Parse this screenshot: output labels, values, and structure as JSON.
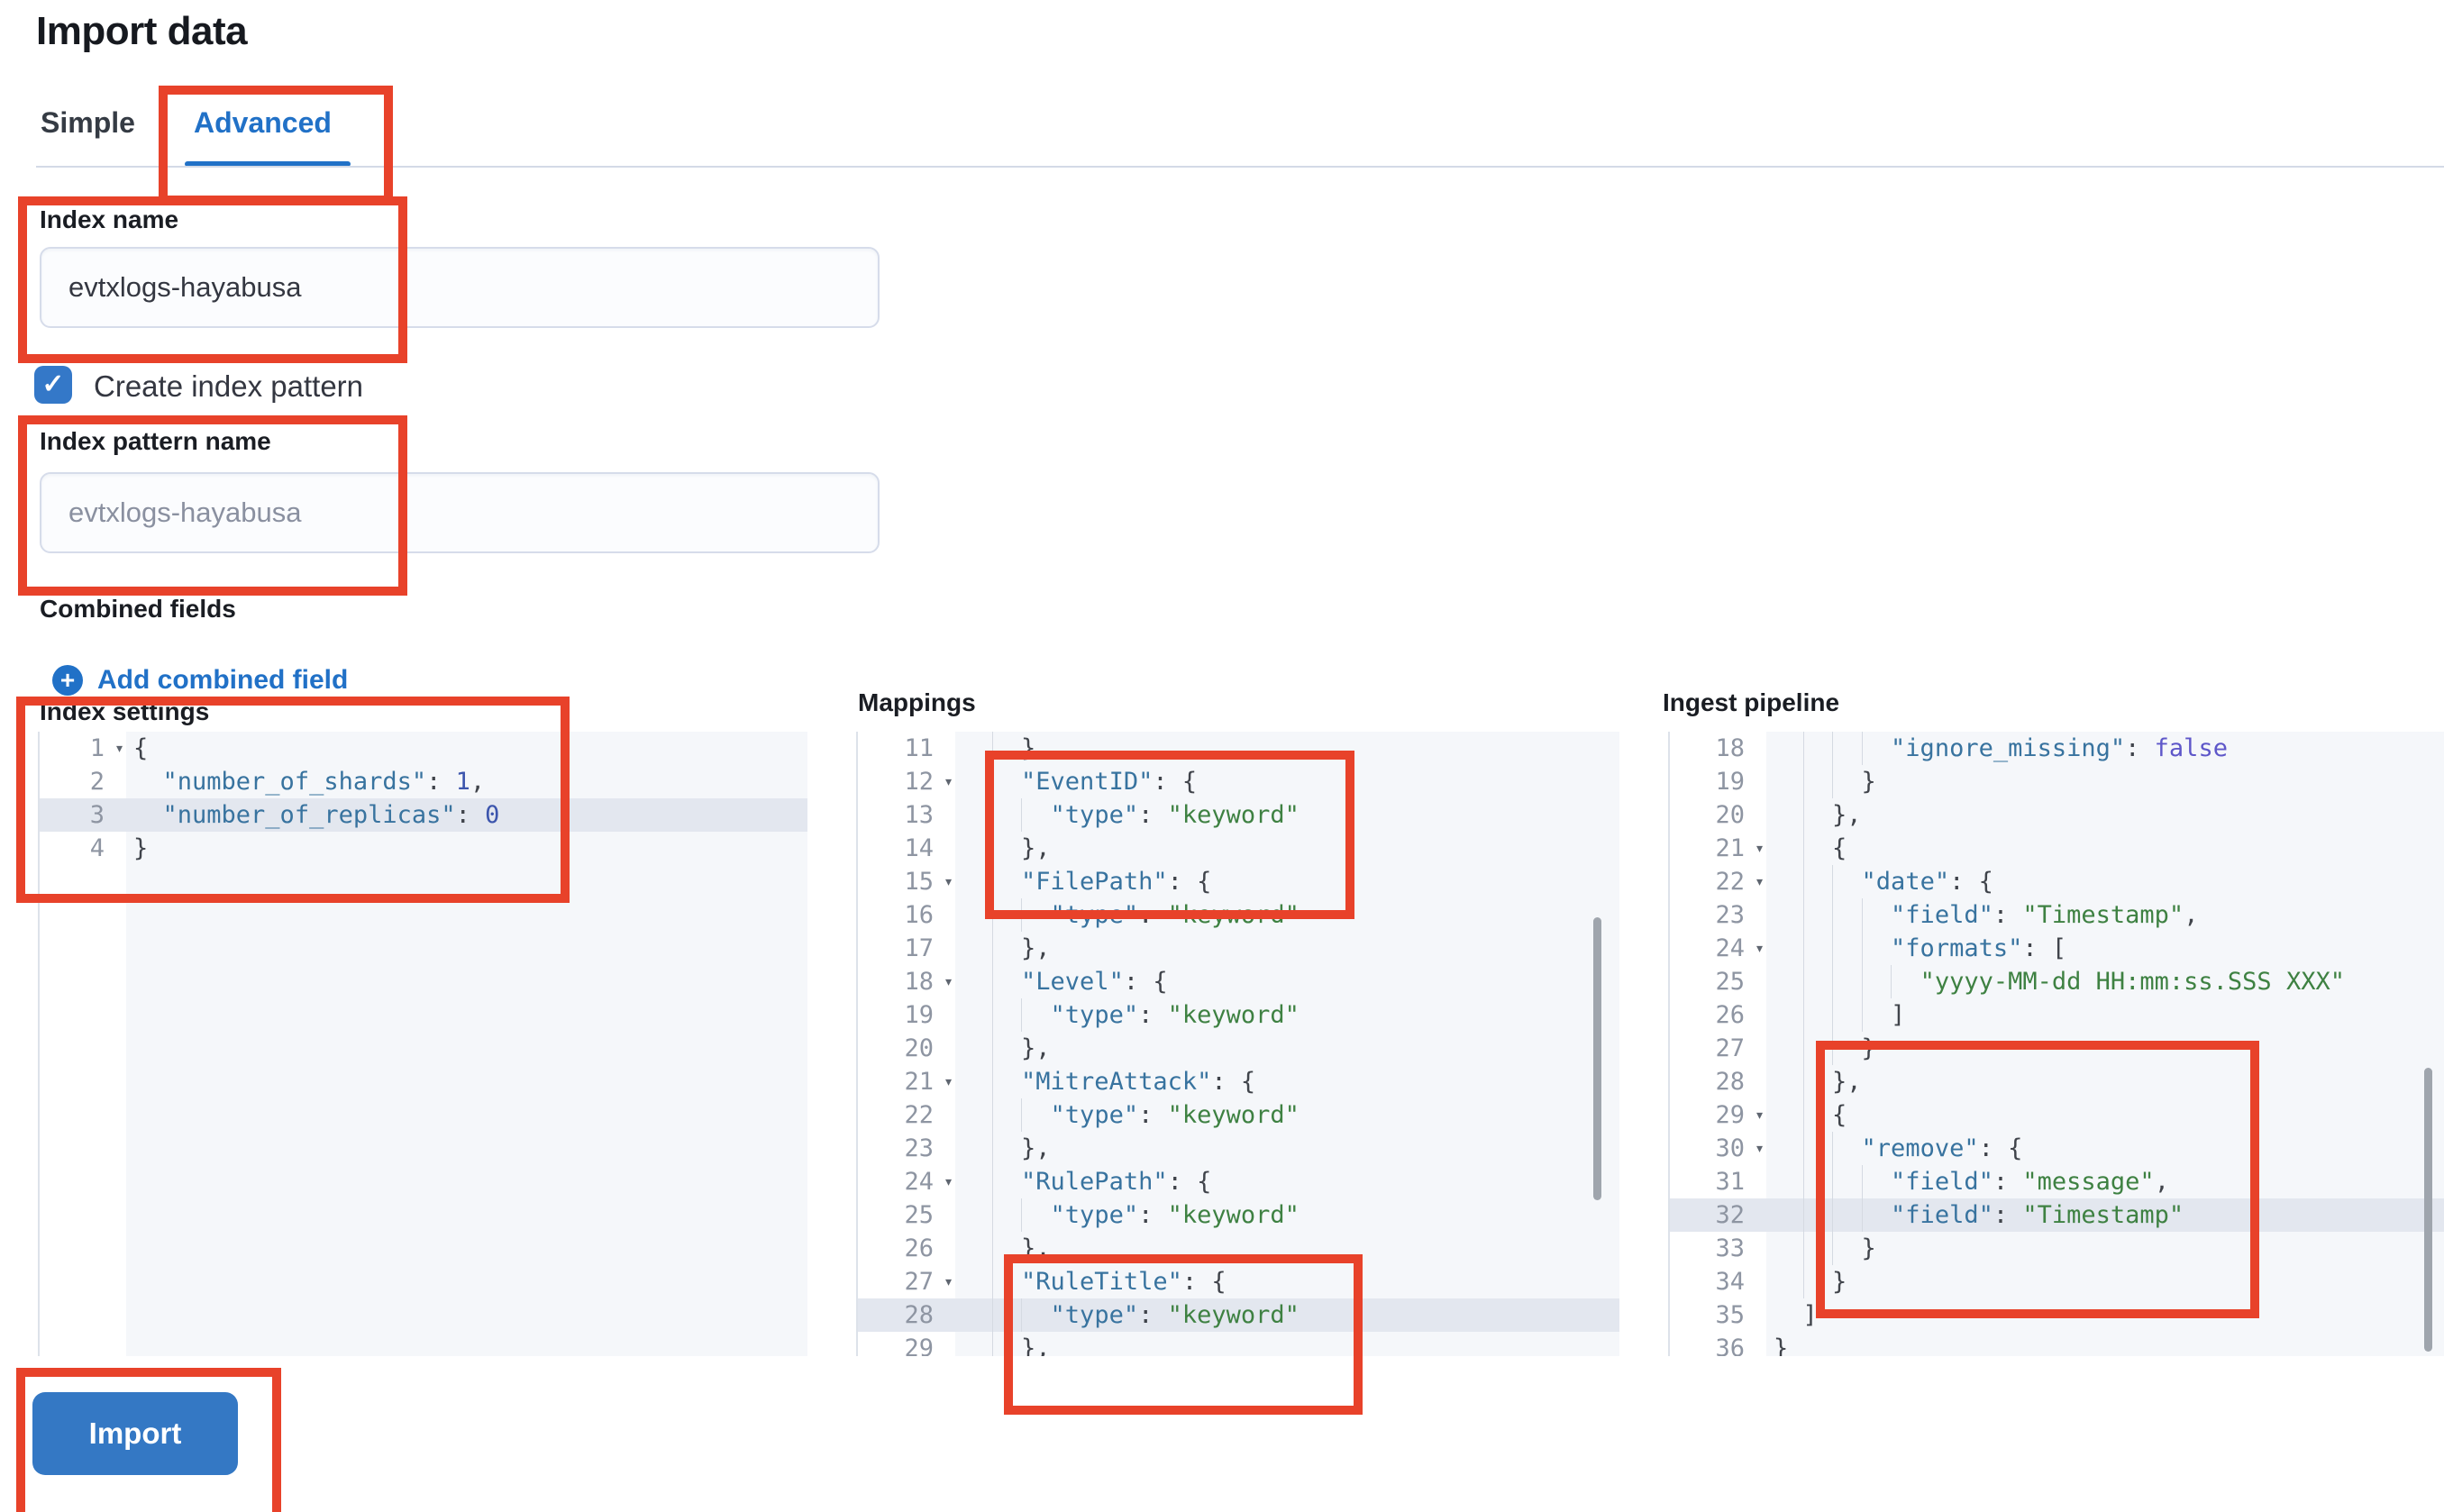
{
  "page": {
    "title": "Import data"
  },
  "tabs": {
    "simple": "Simple",
    "advanced": "Advanced",
    "active_tab": "Advanced"
  },
  "form": {
    "index_name_label": "Index name",
    "index_name_value": "evtxlogs-hayabusa",
    "create_index_pattern_label": "Create index pattern",
    "create_index_pattern_checked": true,
    "index_pattern_label": "Index pattern name",
    "index_pattern_placeholder": "evtxlogs-hayabusa",
    "combined_fields_label": "Combined fields",
    "add_combined_field_label": "Add combined field",
    "import_button_label": "Import"
  },
  "colors": {
    "annotation_red": "#e8422a",
    "active_tab_blue": "#2171c7",
    "button_blue": "#3478c4",
    "checkbox_blue": "#3478c8",
    "editor_background": "#f5f7fa",
    "active_line_highlight": "#e3e7ef",
    "json_key": "#38739f",
    "json_string": "#3e8142",
    "json_number": "#3c55ad",
    "json_boolean": "#5e57c9"
  },
  "icons": {
    "plus": "+",
    "check": "✓",
    "fold_arrow": "▾"
  },
  "editors": [
    {
      "id": "settings",
      "label": "Index settings",
      "first_line": 1,
      "highlight_line": 3,
      "fold_lines": [
        1
      ],
      "lines": [
        "{",
        "  \"number_of_shards\": 1,",
        "  \"number_of_replicas\": 0",
        "}"
      ]
    },
    {
      "id": "mappings",
      "label": "Mappings",
      "first_line": 11,
      "highlight_line": 28,
      "fold_lines": [
        12,
        15,
        18,
        21,
        24,
        27
      ],
      "lines": [
        "    },",
        "    \"EventID\": {",
        "      \"type\": \"keyword\"",
        "    },",
        "    \"FilePath\": {",
        "      \"type\": \"keyword\"",
        "    },",
        "    \"Level\": {",
        "      \"type\": \"keyword\"",
        "    },",
        "    \"MitreAttack\": {",
        "      \"type\": \"keyword\"",
        "    },",
        "    \"RulePath\": {",
        "      \"type\": \"keyword\"",
        "    },",
        "    \"RuleTitle\": {",
        "      \"type\": \"keyword\"",
        "    },"
      ]
    },
    {
      "id": "ingest",
      "label": "Ingest pipeline",
      "first_line": 18,
      "highlight_line": 32,
      "fold_lines": [
        21,
        22,
        24,
        29,
        30
      ],
      "lines": [
        "        \"ignore_missing\": false",
        "      }",
        "    },",
        "    {",
        "      \"date\": {",
        "        \"field\": \"Timestamp\",",
        "        \"formats\": [",
        "          \"yyyy-MM-dd HH:mm:ss.SSS XXX\"",
        "        ]",
        "      }",
        "    },",
        "    {",
        "      \"remove\": {",
        "        \"field\": \"message\",",
        "        \"field\": \"Timestamp\"",
        "      }",
        "    }",
        "  ]",
        "}"
      ]
    }
  ]
}
